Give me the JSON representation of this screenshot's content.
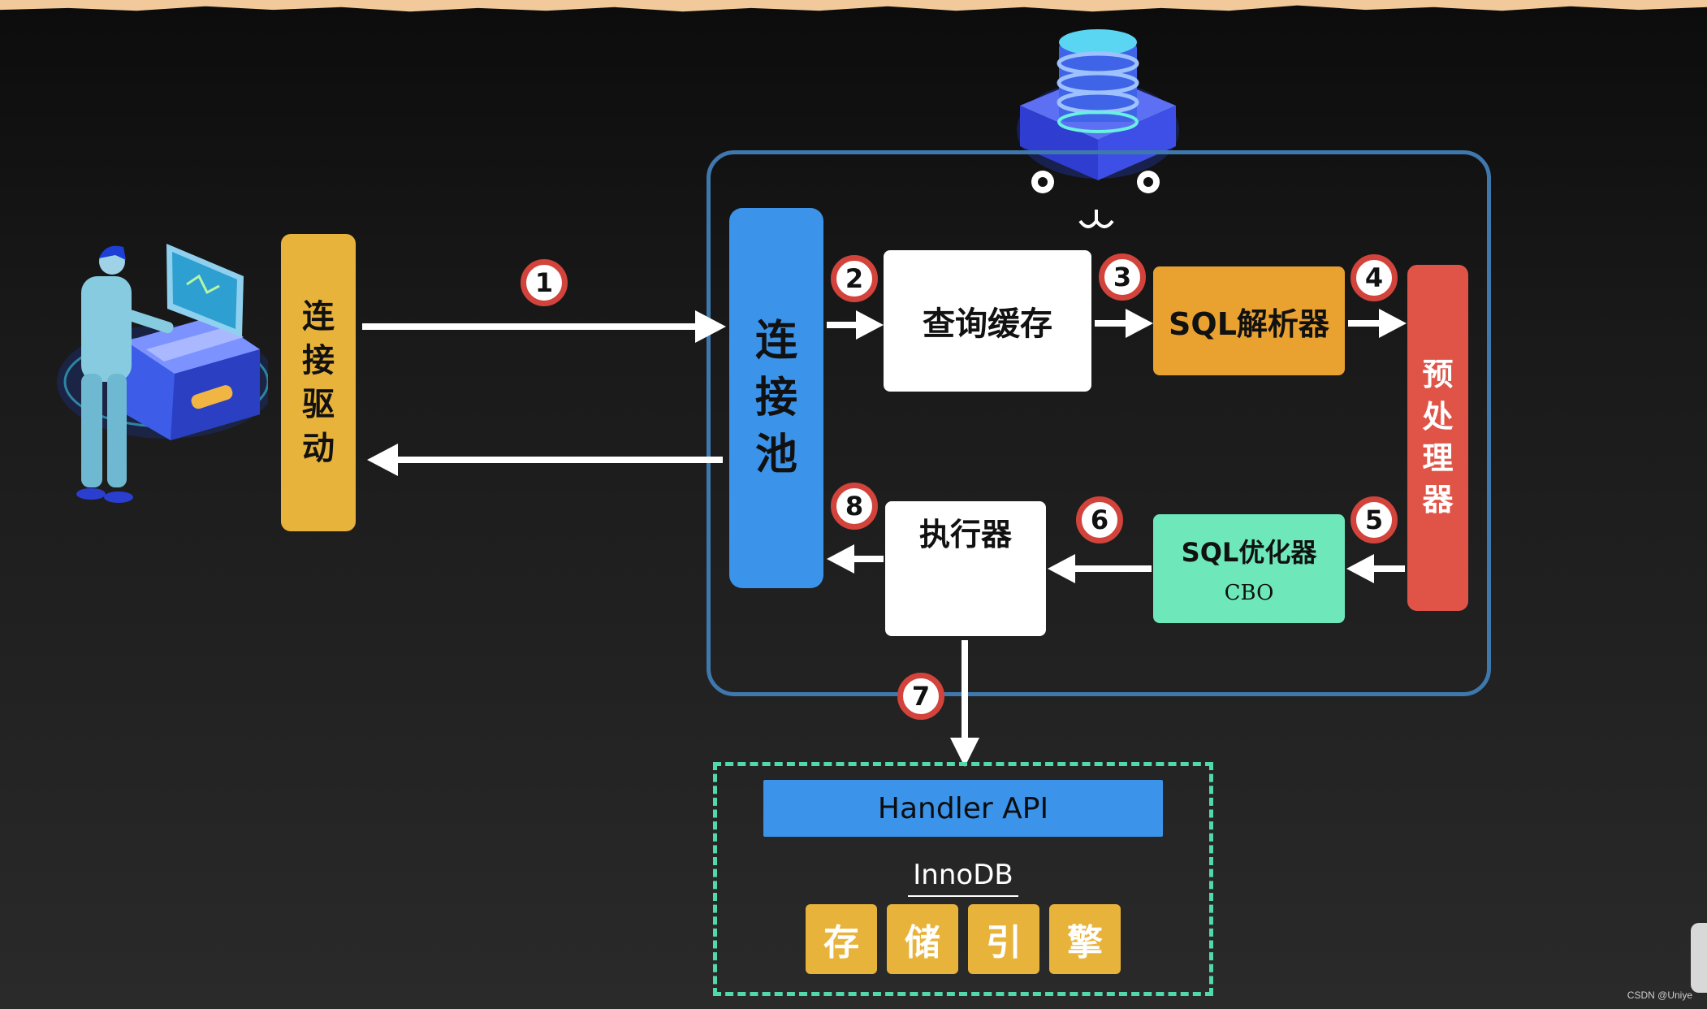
{
  "diagram": {
    "driver_label": "连接驱动",
    "pool_label": "连接池",
    "query_cache": "查询缓存",
    "sql_parser": "SQL解析器",
    "preprocessor_label": "预处理器",
    "sql_optimizer": "SQL优化器",
    "sql_optimizer_sub": "CBO",
    "executor": "执行器",
    "steps": [
      "1",
      "2",
      "3",
      "4",
      "5",
      "6",
      "7",
      "8"
    ]
  },
  "storage_engine": {
    "handler_api": "Handler API",
    "engine_name": "InnoDB",
    "tiles": [
      "存",
      "储",
      "引",
      "擎"
    ]
  },
  "watermark": "CSDN @Uniye",
  "colors": {
    "frame": "#3f78ad",
    "pool": "#3b93ea",
    "driver": "#e8b33a",
    "parser": "#e9a230",
    "optimizer": "#6ee8bb",
    "preprocessor": "#e05448",
    "badge_ring": "#d1433b",
    "engine_border": "#52d9aa"
  }
}
